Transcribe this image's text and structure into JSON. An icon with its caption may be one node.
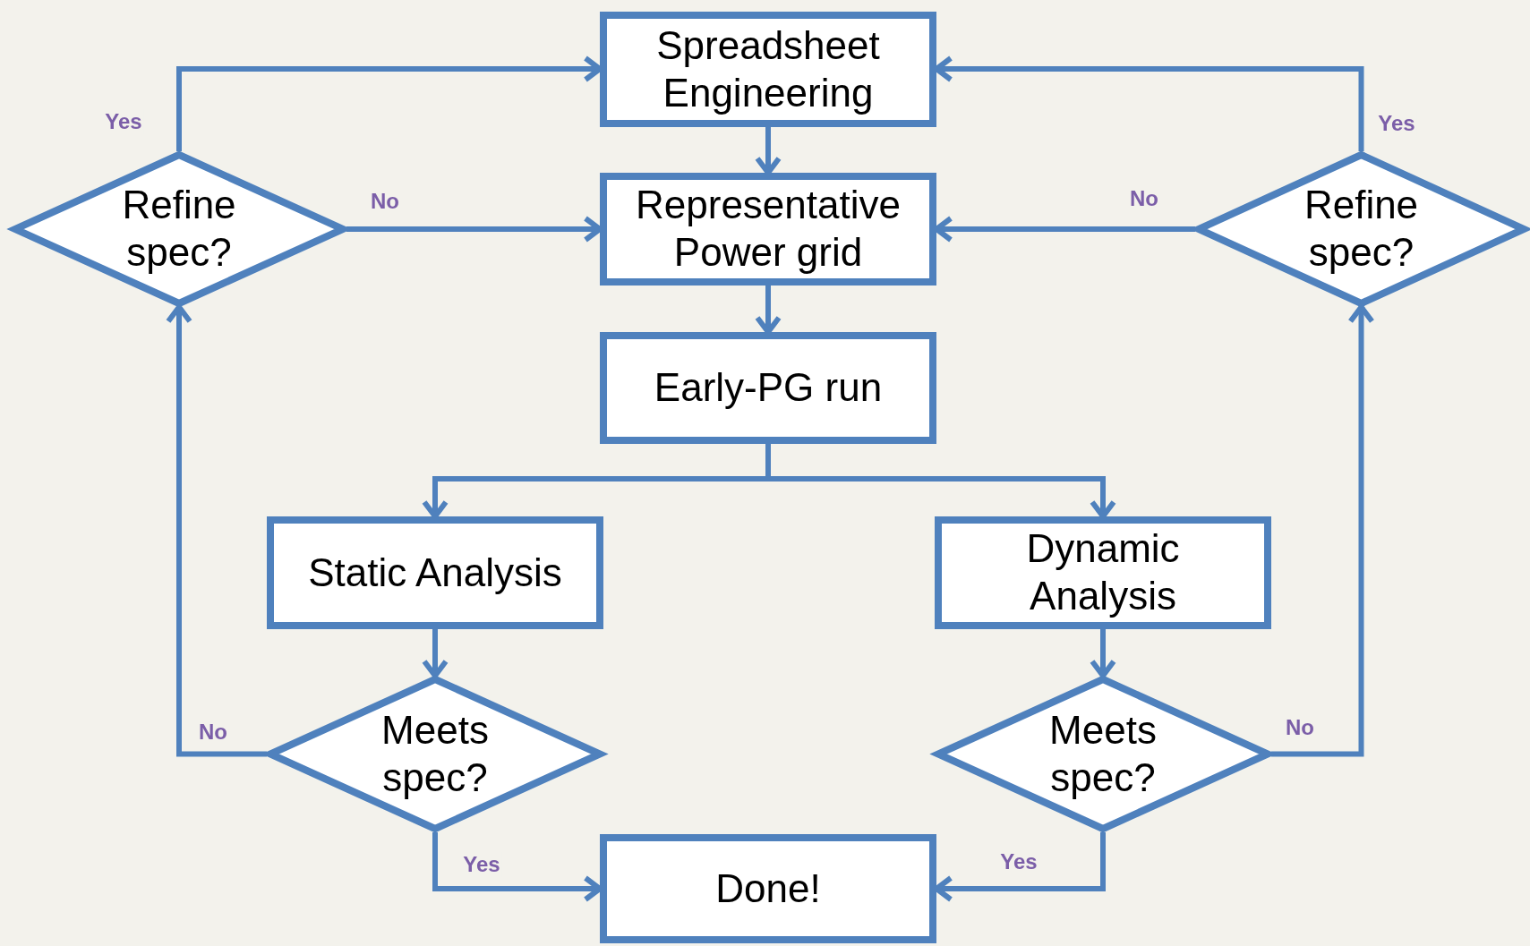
{
  "diagram": {
    "nodes": [
      {
        "text": [
          "Spreadsheet Engineering"
        ]
      },
      {
        "text": [
          "Refine spec?"
        ]
      },
      {
        "text": [
          "Representative Power grid"
        ]
      },
      {
        "text": [
          "Refine spec?"
        ]
      },
      {
        "text": [
          "Early-PG run"
        ]
      },
      {
        "text": [
          "Static Analysis"
        ]
      },
      {
        "text": [
          "Dynamic Analysis"
        ]
      },
      {
        "text": [
          "Meets spec?"
        ]
      },
      {
        "text": [
          "Meets spec?"
        ]
      },
      {
        "text": [
          "Done!"
        ]
      }
    ],
    "edges": [
      {
        "from": 0,
        "to": 2,
        "arrow": "to"
      },
      {
        "from": 2,
        "to": 4,
        "arrow": "to"
      },
      {
        "from": 4,
        "to": 5,
        "arrow": "to"
      },
      {
        "from": 4,
        "to": 6,
        "arrow": "to"
      },
      {
        "from": 5,
        "to": 7,
        "arrow": "to"
      },
      {
        "from": 6,
        "to": 8,
        "arrow": "to"
      },
      {
        "from": 7,
        "to": 1,
        "arrow": "to",
        "label": "No"
      },
      {
        "from": 8,
        "to": 3,
        "arrow": "to",
        "label": "No"
      },
      {
        "from": 7,
        "to": 9,
        "arrow": "to",
        "label": "Yes"
      },
      {
        "from": 8,
        "to": 9,
        "arrow": "to",
        "label": "Yes"
      },
      {
        "from": 1,
        "to": 0,
        "arrow": "to",
        "label": "Yes"
      },
      {
        "from": 1,
        "to": 2,
        "arrow": "to",
        "label": "No"
      },
      {
        "from": 3,
        "to": 0,
        "arrow": "to",
        "label": "Yes"
      },
      {
        "from": 3,
        "to": 2,
        "arrow": "to",
        "label": "No"
      }
    ]
  }
}
